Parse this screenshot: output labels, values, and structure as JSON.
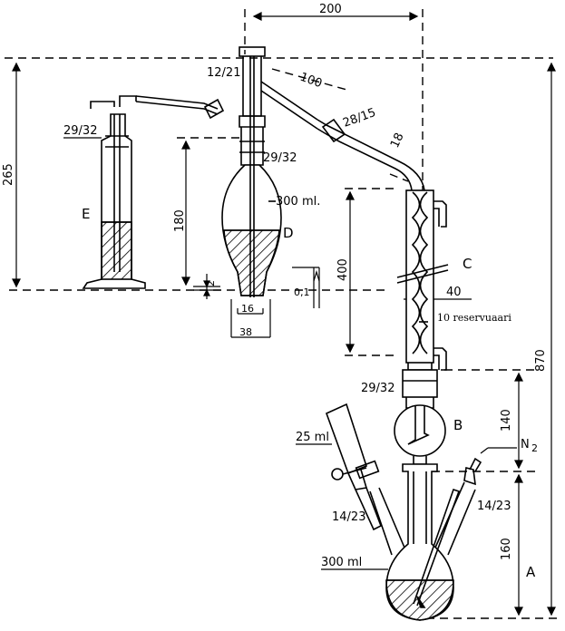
{
  "labels": {
    "A": "A",
    "B": "B",
    "C": "C",
    "D": "D",
    "E": "E",
    "N2": "N",
    "N2_sub": "2"
  },
  "dimensions": {
    "d200": "200",
    "d100": "100",
    "d18": "18",
    "d265": "265",
    "d870": "870",
    "d180": "180",
    "d400": "400",
    "d140": "140",
    "d160": "160",
    "d40": "40",
    "d2": "2",
    "d16": "16",
    "d38": "38",
    "d01": "0,1"
  },
  "joints": {
    "j12_21": "12/21",
    "j28_15": "28/15",
    "j29_32_left": "29/32",
    "j29_32_mid": "29/32",
    "j29_32_cond": "29/32",
    "j14_23_left": "14/23",
    "j14_23_right": "14/23"
  },
  "volumes": {
    "v300_D": "300 ml.",
    "v300_A": "300 ml",
    "v25": "25 ml",
    "reservoirs": "10 reservuaari"
  }
}
